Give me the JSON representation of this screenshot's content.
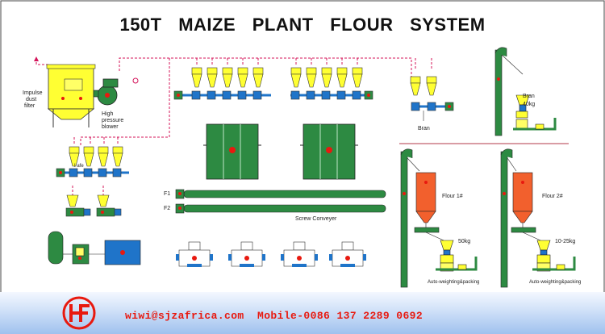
{
  "title": "150T  MAIZE  PLANT  FLOUR  SYSTEM",
  "labels": {
    "impulse_dust_filter": [
      "Impulse",
      "dust",
      "filter"
    ],
    "high_pressure_blower": [
      "High",
      "pressure",
      "blower"
    ],
    "bran_left": "Bran",
    "bran_top_right": "Bran",
    "bran_weight": "40kg",
    "flour1": "Flour 1#",
    "flour1_weight": "50kg",
    "flour2": "Flour 2#",
    "flour2_weight": "10-25kg",
    "auto_weighing_1": "Auto-weighting&packing",
    "auto_weighing_2": "Auto-weighting&packing",
    "screw_conveyor": "Screw Conveyer",
    "f1": "F1",
    "f2": "F2",
    "small_tag": "I  afe"
  },
  "footer": {
    "contact": "wiwi@sjzafrica.com  Mobile-0086 137 2289 0692",
    "logo_text": "HF"
  },
  "colors": {
    "equipment_yellow": "#ffff33",
    "sifter_green": "#2d8a42",
    "motor_red": "#e8190f",
    "silo_orange": "#f2602d",
    "pipe_pink": "#d4145a",
    "blue_parts": "#1f74c9",
    "background": "#ffffff"
  }
}
